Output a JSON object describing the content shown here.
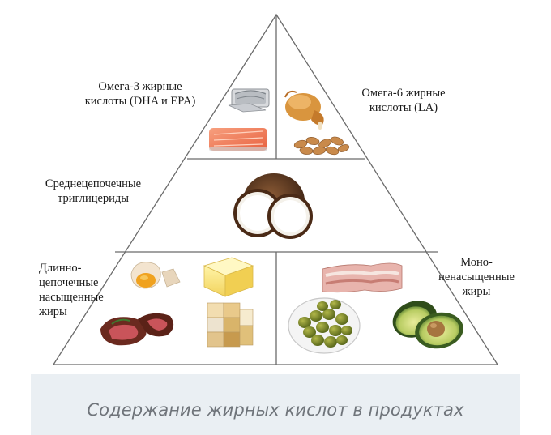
{
  "labels": {
    "omega3": [
      "Омега-3 жирные",
      "кислоты (DHA и EPA)"
    ],
    "omega6": [
      "Омега-6 жирные",
      "кислоты (LA)"
    ],
    "mct": [
      "Среднецепочечные",
      "триглицериды"
    ],
    "saturated": [
      "Длинно-",
      "цепочечные",
      "насыщенные",
      "жиры"
    ],
    "monounsaturated": [
      "Моно-",
      "ненасыщенные",
      "жиры"
    ]
  },
  "caption": "Содержание жирных кислот в продуктах",
  "colors": {
    "line": "#6b6b6b",
    "caption_bg": "#eaeff3",
    "caption_text": "#6f747a"
  }
}
